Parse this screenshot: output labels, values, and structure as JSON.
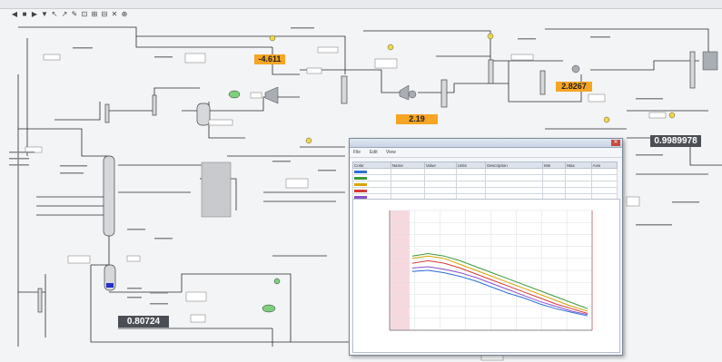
{
  "window": {
    "title": ""
  },
  "toolbar": {
    "label": "",
    "buttons": [
      "◀",
      "■",
      "▶",
      "▼",
      "↖",
      "↗",
      "✎",
      "⊡",
      "⊞",
      "⊟",
      "✕",
      "⊕"
    ]
  },
  "readouts": [
    {
      "id": "r1",
      "value": "-4.611",
      "style": "orange"
    },
    {
      "id": "r2",
      "value": "2.19",
      "style": "orange"
    },
    {
      "id": "r3",
      "value": "2.8267",
      "style": "orange"
    },
    {
      "id": "r4",
      "value": "0.9989978",
      "style": "dark"
    },
    {
      "id": "r5",
      "value": "0.80724",
      "style": "dark"
    }
  ],
  "trend": {
    "title": "",
    "columns": [
      "Color",
      "Name",
      "Value",
      "Units",
      "Description",
      "Min",
      "Max",
      "Axis"
    ],
    "series_colors": [
      "#2c6fd6",
      "#3a9a3a",
      "#d8a300",
      "#d43a3a",
      "#8a4fc9"
    ],
    "toolbar_items": [
      "File",
      "Edit",
      "View"
    ]
  },
  "chart_data": {
    "type": "line",
    "series": [
      {
        "color": "#3a9a3a",
        "values": [
          0.62,
          0.64,
          0.62,
          0.58,
          0.53,
          0.48,
          0.43,
          0.38,
          0.33,
          0.28,
          0.23,
          0.18
        ]
      },
      {
        "color": "#d8a300",
        "values": [
          0.6,
          0.62,
          0.6,
          0.55,
          0.5,
          0.45,
          0.4,
          0.35,
          0.3,
          0.25,
          0.2,
          0.16
        ]
      },
      {
        "color": "#d43a3a",
        "values": [
          0.56,
          0.58,
          0.56,
          0.52,
          0.47,
          0.42,
          0.37,
          0.32,
          0.27,
          0.22,
          0.18,
          0.14
        ]
      },
      {
        "color": "#8a4fc9",
        "values": [
          0.52,
          0.53,
          0.51,
          0.48,
          0.44,
          0.39,
          0.34,
          0.29,
          0.24,
          0.2,
          0.16,
          0.13
        ]
      },
      {
        "color": "#2c6fd6",
        "values": [
          0.49,
          0.5,
          0.48,
          0.45,
          0.41,
          0.36,
          0.31,
          0.27,
          0.22,
          0.18,
          0.15,
          0.12
        ]
      }
    ],
    "grid": true,
    "ylim": [
      0,
      1
    ]
  }
}
